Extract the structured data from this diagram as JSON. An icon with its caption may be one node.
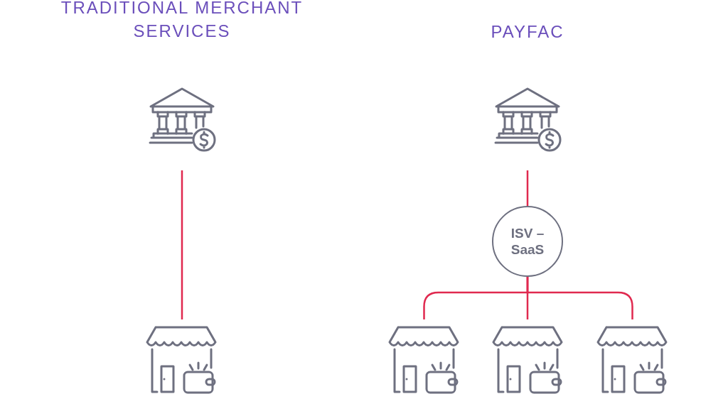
{
  "diagram": {
    "nodes": [
      {
        "text": [],
        "shape": "picture"
      },
      {
        "text": [],
        "shape": "picture"
      },
      {
        "text": [],
        "shape": "picture"
      },
      {
        "text": [
          "ISV – SaaS"
        ]
      },
      {
        "text": [],
        "shape": "picture"
      },
      {
        "text": [],
        "shape": "picture"
      },
      {
        "text": [],
        "shape": "picture"
      }
    ],
    "edges": [
      {
        "from": 0,
        "to": 1,
        "arrow": "none"
      },
      {
        "from": 2,
        "to": 3,
        "arrow": "none"
      },
      {
        "from": 3,
        "to": 4,
        "arrow": "none"
      },
      {
        "from": 3,
        "to": 5,
        "arrow": "none"
      },
      {
        "from": 3,
        "to": 6,
        "arrow": "none"
      }
    ],
    "labels": [
      "TRADITIONAL MERCHANT SERVICES",
      "PAYFAC"
    ]
  }
}
